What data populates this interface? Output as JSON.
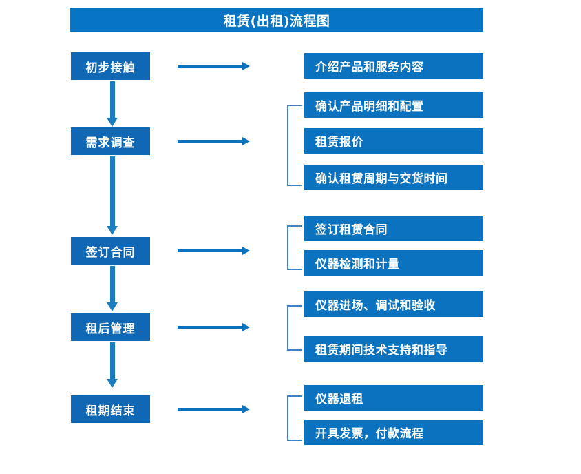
{
  "chart_data": {
    "type": "diagram",
    "title": "租赁(出租)流程图",
    "diagram_kind": "flowchart",
    "orientation": "vertical-stages-with-horizontal-details"
  },
  "title": {
    "text": "租赁(出租)流程图"
  },
  "colors": {
    "title_bar": "#0874c4",
    "stage_box": "#1068b5",
    "detail_box": "#0a72bf",
    "arrow": "#1a7ec0",
    "bracket": "#3f83c4",
    "text": "#ffffff",
    "background": "#ffffff"
  },
  "stages": [
    {
      "id": "stage-1",
      "label": "初步接触",
      "details": [
        "介绍产品和服务内容"
      ],
      "has_bracket": false
    },
    {
      "id": "stage-2",
      "label": "需求调查",
      "details": [
        "确认产品明细和配置",
        "租赁报价",
        "确认租赁周期与交货时间"
      ],
      "has_bracket": true
    },
    {
      "id": "stage-3",
      "label": "签订合同",
      "details": [
        "签订租赁合同",
        "仪器检测和计量"
      ],
      "has_bracket": true
    },
    {
      "id": "stage-4",
      "label": "租后管理",
      "details": [
        "仪器进场、调试和验收",
        "租赁期间技术支持和指导"
      ],
      "has_bracket": true
    },
    {
      "id": "stage-5",
      "label": "租期结束",
      "details": [
        "仪器退租",
        "开具发票，付款流程"
      ],
      "has_bracket": true
    }
  ],
  "details_flat": [
    "介绍产品和服务内容",
    "确认产品明细和配置",
    "租赁报价",
    "确认租赁周期与交货时间",
    "签订租赁合同",
    "仪器检测和计量",
    "仪器进场、调试和验收",
    "租赁期间技术支持和指导",
    "仪器退租",
    "开具发票，付款流程"
  ]
}
